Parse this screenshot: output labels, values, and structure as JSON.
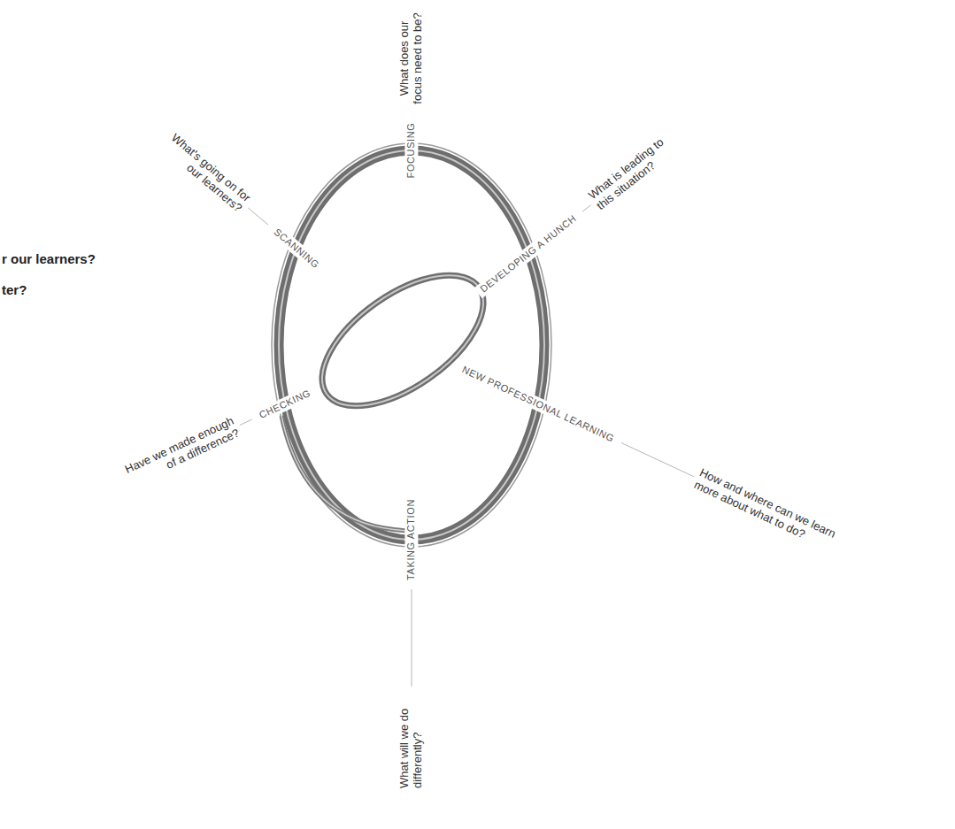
{
  "diagram": {
    "labels": [
      "What does our focus need to be?",
      "FOCUSING",
      "What's going on for our learners?",
      "SCANNING",
      "DEVELOPING A HUNCH",
      "What is leading to this situation?",
      "r our learners?",
      "ter?",
      "NEW PROFESSIONAL LEARNING",
      "How and where can we learn more about what to do?",
      "CHECKING",
      "Have we made enough of a difference?",
      "TAKING ACTION",
      "What will we do differently?"
    ]
  }
}
